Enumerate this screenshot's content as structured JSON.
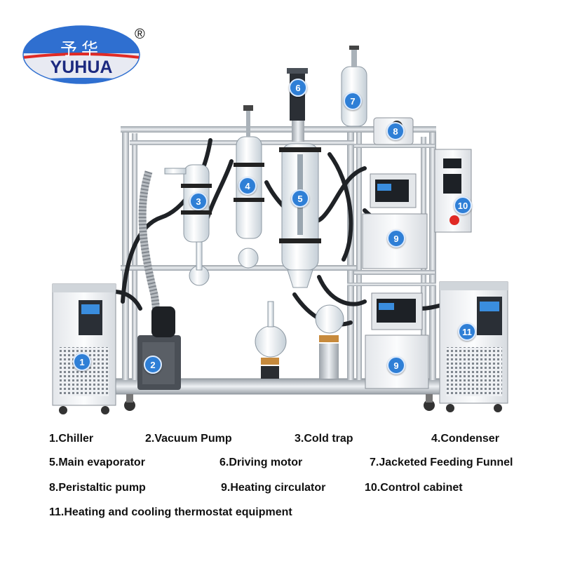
{
  "logo": {
    "chinese": "予华",
    "english": "YUHUA",
    "registered": "®"
  },
  "markers": [
    "1",
    "2",
    "3",
    "4",
    "5",
    "6",
    "7",
    "8",
    "9",
    "10",
    "11",
    "9"
  ],
  "legend": [
    "1.Chiller",
    "2.Vacuum Pump",
    "3.Cold trap",
    "4.Condenser",
    "5.Main evaporator",
    "6.Driving motor",
    "7.Jacketed Feeding  Funnel",
    "8.Peristaltic pump",
    "9.Heating circulator",
    "10.Control cabinet",
    "11.Heating and cooling thermostat equipment"
  ],
  "colors": {
    "logo_blue": "#2f6fd0",
    "logo_red": "#e02a25",
    "marker_blue": "#2f7fd6",
    "steel": "#c9ced3"
  }
}
